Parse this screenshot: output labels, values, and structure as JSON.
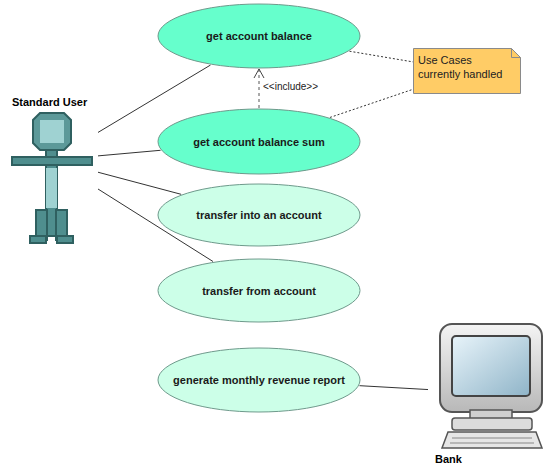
{
  "diagram": {
    "nodes": [
      {
        "text": [
          "get account balance"
        ]
      },
      {
        "text": [
          "Use Cases currently handled"
        ]
      },
      {
        "text": [
          "Standard User"
        ]
      },
      {
        "text": [
          "get account balance sum"
        ]
      },
      {
        "text": [
          "transfer into an account"
        ]
      },
      {
        "text": [
          "transfer from account"
        ]
      },
      {
        "text": [
          "generate monthly revenue report"
        ]
      },
      {
        "text": [
          "Bank"
        ]
      }
    ],
    "edges": [
      {
        "from": 2,
        "to": 0,
        "arrow": "none"
      },
      {
        "from": 2,
        "to": 3,
        "arrow": "none"
      },
      {
        "from": 2,
        "to": 4,
        "arrow": "none"
      },
      {
        "from": 2,
        "to": 5,
        "arrow": "none"
      },
      {
        "from": 3,
        "to": 0,
        "label": "<<include>>",
        "arrow": "to"
      },
      {
        "from": 0,
        "to": 1,
        "arrow": "none"
      },
      {
        "from": 3,
        "to": 1,
        "arrow": "none"
      },
      {
        "from": 6,
        "to": 7,
        "arrow": "none"
      }
    ]
  }
}
